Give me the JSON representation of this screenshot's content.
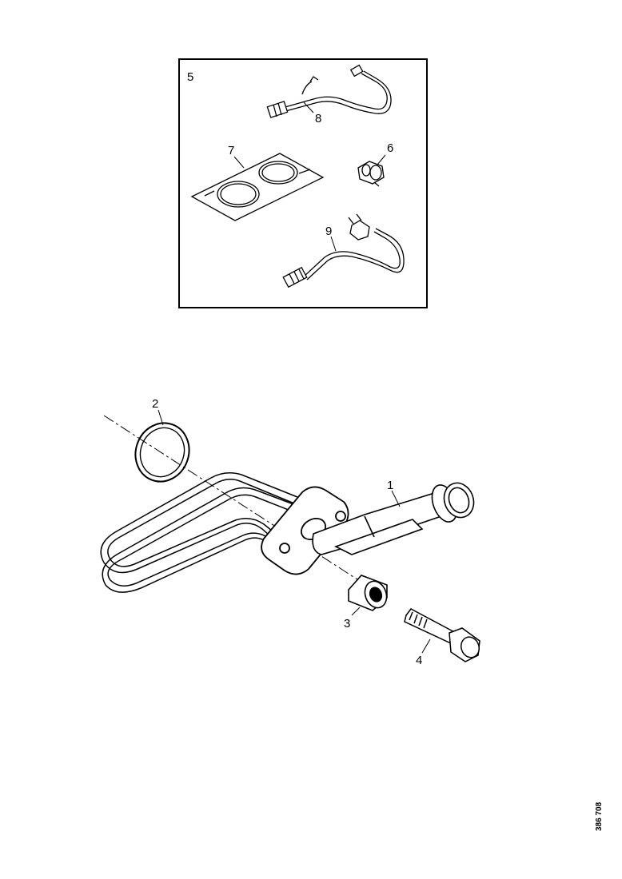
{
  "kit": {
    "label": "5"
  },
  "callouts": {
    "p1": "1",
    "p2": "2",
    "p3": "3",
    "p4": "4",
    "p6": "6",
    "p7": "7",
    "p8": "8",
    "p9": "9"
  },
  "drawing_ref": "386 708"
}
